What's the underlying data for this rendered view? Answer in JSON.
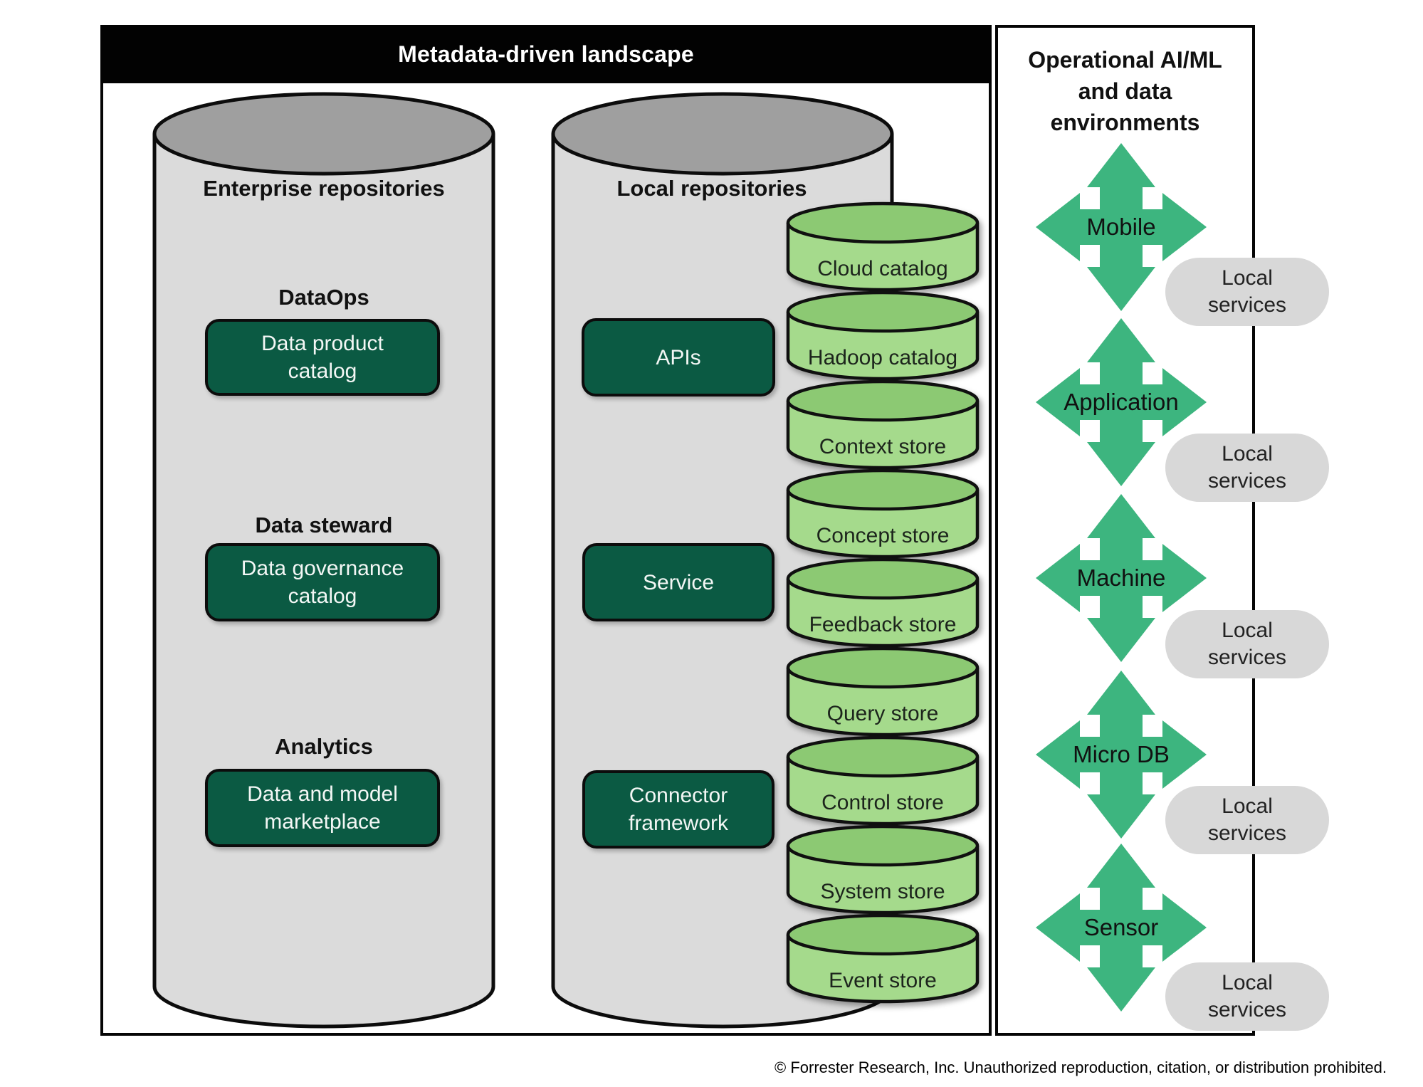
{
  "header": {
    "title": "Metadata-driven landscape"
  },
  "right_panel": {
    "title": "Operational AI/ML\nand data\nenvironments",
    "environments": [
      {
        "label": "Mobile"
      },
      {
        "label": "Application"
      },
      {
        "label": "Machine"
      },
      {
        "label": "Micro DB"
      },
      {
        "label": "Sensor"
      }
    ],
    "local_services_label": "Local\nservices"
  },
  "enterprise": {
    "title": "Enterprise repositories",
    "sections": [
      {
        "heading": "DataOps",
        "box": "Data product\ncatalog"
      },
      {
        "heading": "Data steward",
        "box": "Data governance\ncatalog"
      },
      {
        "heading": "Analytics",
        "box": "Data and model\nmarketplace"
      }
    ]
  },
  "local": {
    "title": "Local repositories",
    "boxes": [
      "APIs",
      "Service",
      "Connector\nframework"
    ],
    "stores": [
      "Cloud catalog",
      "Hadoop catalog",
      "Context store",
      "Concept store",
      "Feedback store",
      "Query store",
      "Control store",
      "System store",
      "Event store"
    ]
  },
  "footer": "© Forrester Research, Inc. Unauthorized reproduction, citation, or distribution prohibited.",
  "colors": {
    "arrow_green": "#3db57f",
    "db_body": "#a5da8c",
    "db_top": "#8cc973",
    "dark_green_box": "#0b5a43",
    "repo_cylinder_body": "#dbdbdb",
    "repo_cylinder_top": "#9f9f9f",
    "local_services_gray": "#d8d8d8"
  }
}
